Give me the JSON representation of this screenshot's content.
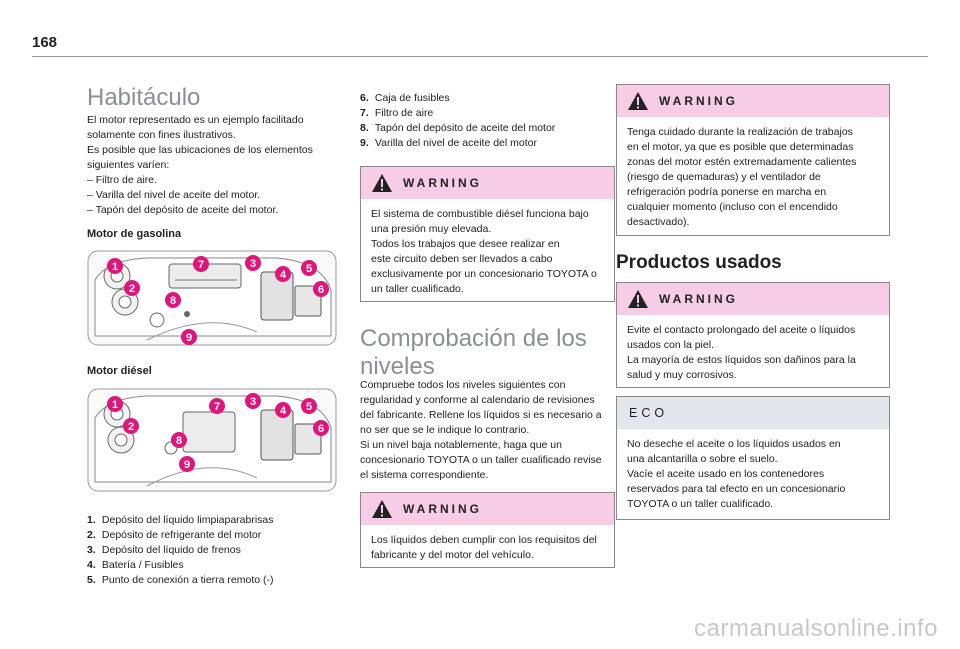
{
  "page": {
    "number": "168"
  },
  "habitaculo": {
    "title": "Habitáculo",
    "intro": [
      "El motor representado es un ejemplo facilitado",
      "solamente con fines ilustrativos.",
      "Es posible que las ubicaciones de los elementos",
      "siguientes varíen:",
      "– Filtro de aire.",
      "– Varilla del nivel de aceite del motor.",
      "– Tapón del depósito de aceite del motor."
    ],
    "motor_gasolina": "Motor de gasolina",
    "motor_diesel": "Motor diésel",
    "callouts": [
      "1",
      "2",
      "3",
      "4",
      "5",
      "6",
      "7",
      "8",
      "9"
    ]
  },
  "items": [
    {
      "n": "1.",
      "t": "Depósito del líquido limpiaparabrisas"
    },
    {
      "n": "2.",
      "t": "Depósito de refrigerante del motor"
    },
    {
      "n": "3.",
      "t": "Depósito del líquido de frenos"
    },
    {
      "n": "4.",
      "t": "Batería / Fusibles"
    },
    {
      "n": "5.",
      "t": "Punto de conexión a tierra remoto (-)"
    },
    {
      "n": "6.",
      "t": "Caja de fusibles"
    },
    {
      "n": "7.",
      "t": "Filtro de aire"
    },
    {
      "n": "8.",
      "t": "Tapón del depósito de aceite del motor"
    },
    {
      "n": "9.",
      "t": "Varilla del nivel de aceite del motor"
    }
  ],
  "warning_label": "WARNING",
  "warning1": [
    "El sistema de combustible diésel funciona bajo",
    "una presión muy elevada.",
    "Todos los trabajos que desee realizar en",
    "este circuito deben ser llevados a cabo",
    "exclusivamente por un concesionario TOYOTA o",
    "un taller cualificado."
  ],
  "comprobacion": {
    "title_l1": "Comprobación de los",
    "title_l2": "niveles",
    "body": [
      "Compruebe todos los niveles siguientes con",
      "regularidad y conforme al calendario de revisiones",
      "del fabricante. Rellene los líquidos si es necesario a",
      "no ser que se le indique lo contrario.",
      "Si un nivel baja notablemente, haga que un",
      "concesionario TOYOTA o un taller cualificado revise",
      "el sistema correspondiente."
    ]
  },
  "warning2": [
    "Los líquidos deben cumplir con los requisitos del",
    "fabricante y del motor del vehículo."
  ],
  "warning3": [
    "Tenga cuidado durante la realización de trabajos",
    "en el motor, ya que es posible que determinadas",
    "zonas del motor estén extremadamente calientes",
    "(riesgo de quemaduras) y el ventilador de",
    "refrigeración podría ponerse en marcha en",
    "cualquier momento (incluso con el encendido",
    "desactivado)."
  ],
  "productos": {
    "title": "Productos usados"
  },
  "warning4": [
    "Evite el contacto prolongado del aceite o líquidos",
    "usados con la piel.",
    "La mayoría de estos líquidos son dañinos para la",
    "salud y muy corrosivos."
  ],
  "eco": {
    "label": "ECO",
    "body": [
      "No deseche el aceite o los líquidos usados en",
      "una alcantarilla o sobre el suelo.",
      "Vacíe el aceite usado en los contenedores",
      "reservados para tal efecto en un concesionario",
      "TOYOTA o un taller cualificado."
    ]
  },
  "watermark": "carmanualsonline.info",
  "colors": {
    "accent": "#e1147a",
    "warning_bg": "#f6cce6",
    "eco_bg": "#e4e6ee",
    "heading_gray": "#8a8f96"
  }
}
